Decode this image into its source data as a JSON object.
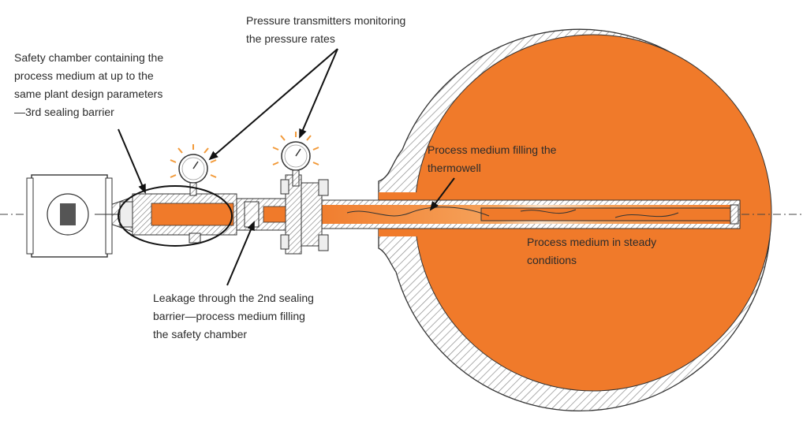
{
  "colors": {
    "process_medium": "#F07A2A",
    "process_medium_light": "#F5A35C",
    "wall_hatch": "#8a8a8a",
    "outline": "#333333",
    "text": "#2b2b2b",
    "pressure_glow": "#F29A3A"
  },
  "icons": [
    "pressure-gauge-icon",
    "pressure-gauge-icon"
  ],
  "annotations": {
    "safety_chamber": [
      "Safety chamber containing the",
      "process medium at up to the",
      "same plant design parameters",
      "—3rd sealing barrier"
    ],
    "pressure_transmitters": [
      "Pressure transmitters monitoring",
      "the pressure rates"
    ],
    "thermowell_filling": [
      "Process medium filling the",
      "thermowell"
    ],
    "steady_conditions": [
      "Process medium in steady",
      "conditions"
    ],
    "leakage": [
      "Leakage through the 2nd sealing",
      "barrier—process medium filling",
      "the safety chamber"
    ]
  }
}
